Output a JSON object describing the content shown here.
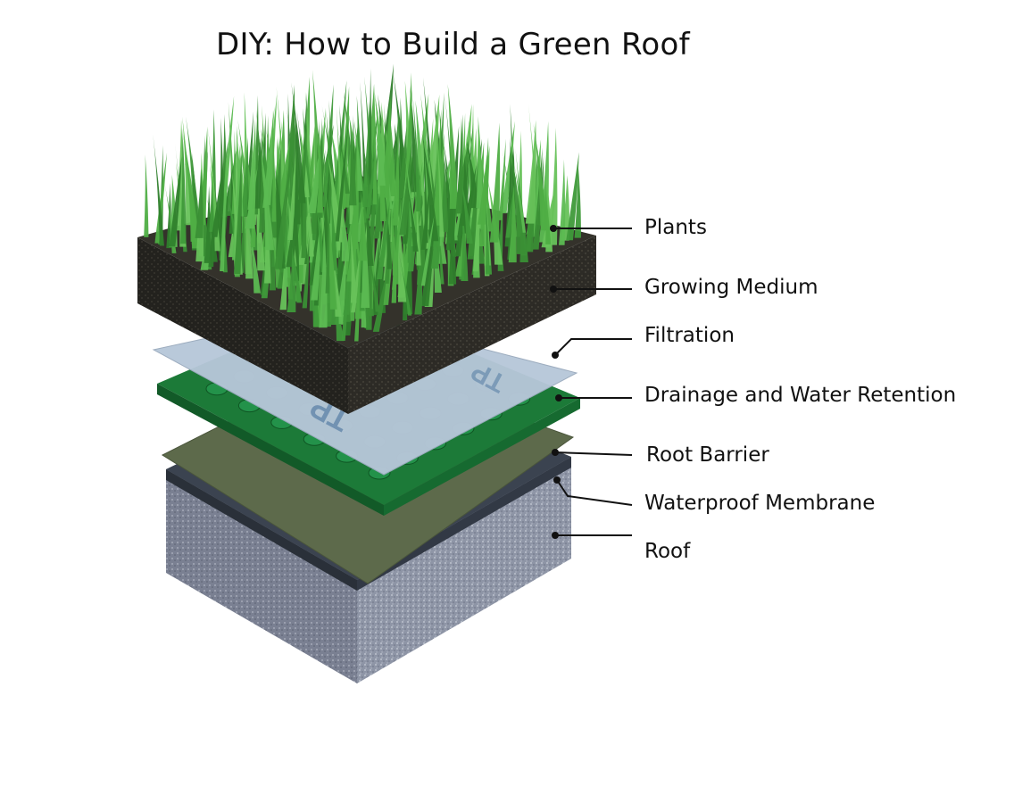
{
  "title": "DIY: How to Build a Green Roof",
  "layers": [
    {
      "label": "Plants"
    },
    {
      "label": "Growing Medium"
    },
    {
      "label": "Filtration"
    },
    {
      "label": "Drainage and Water Retention"
    },
    {
      "label": "Root Barrier"
    },
    {
      "label": "Waterproof Membrane"
    },
    {
      "label": "Roof"
    }
  ],
  "filtration_print": "TP",
  "colors": {
    "grass": "#4fa040",
    "grass_dark": "#2f7a2a",
    "soil": "#2b2a25",
    "filtration": "#b9c8d8",
    "drainage": "#1f7a3a",
    "root_barrier": "#5f6b4c",
    "membrane": "#3c4450",
    "roof": "#8f97a8"
  }
}
